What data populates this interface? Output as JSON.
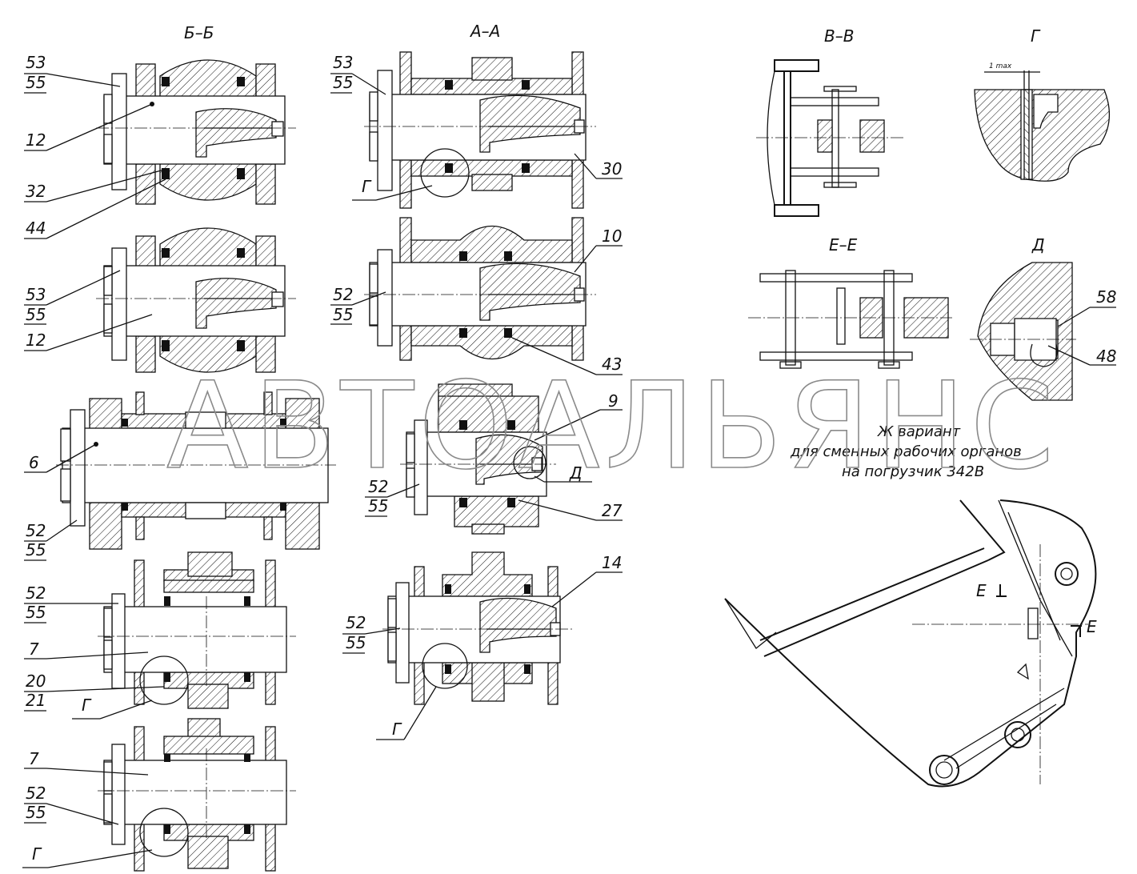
{
  "watermark": "АВТОАЛЬЯНС",
  "views": {
    "bb": "Б–Б",
    "aa": "А–А",
    "vv": "В–В",
    "g": "Г",
    "ee": "Е–Е",
    "d": "Д"
  },
  "detail_g": {
    "dimension": "1 max"
  },
  "note": {
    "line1": "Ж вариант",
    "line2": "для сменных рабочих органов",
    "line3": "на погрузчик 342В"
  },
  "callouts": {
    "p53a": "53",
    "p55a": "55",
    "p12a": "12",
    "p32": "32",
    "p44": "44",
    "p53b": "53",
    "p55b": "55",
    "p12b": "12",
    "p53c": "53",
    "p55c": "55",
    "p30": "30",
    "pGa": "Г",
    "p10": "10",
    "p52a": "52",
    "p55d": "55",
    "p43": "43",
    "p6": "6",
    "p52b": "52",
    "p55e": "55",
    "p9": "9",
    "pDa": "Д",
    "p52c": "52",
    "p55f": "55",
    "p27": "27",
    "p14": "14",
    "p52d": "52",
    "p55g": "55",
    "pGb": "Г",
    "p52e": "52",
    "p55h": "55",
    "p7a": "7",
    "p20": "20",
    "p21": "21",
    "pGc": "Г",
    "p7b": "7",
    "p52f": "52",
    "p55i": "55",
    "pGd": "Г",
    "p58": "58",
    "p48": "48",
    "pEa": "Е",
    "pEb": "Е"
  }
}
